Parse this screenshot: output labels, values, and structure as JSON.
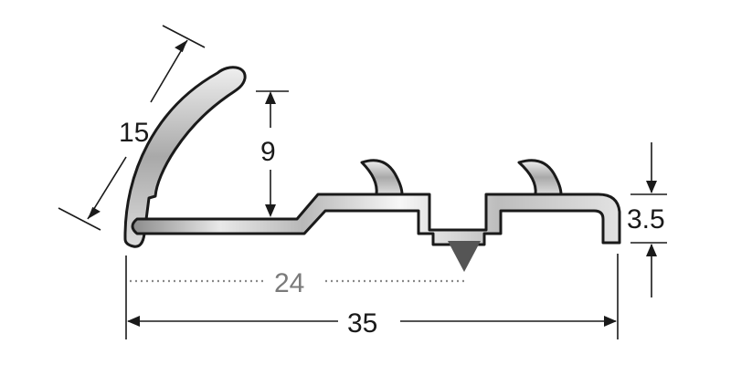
{
  "diagram": {
    "dimensions": {
      "arc_length": "15",
      "lip_height": "9",
      "thickness": "3.5",
      "center_offset": "24",
      "total_width": "35"
    },
    "colors": {
      "metal_light": "#f4f4f4",
      "metal_mid": "#c9c9c9",
      "metal_dark": "#8c8c8c",
      "outline": "#1a1a1a",
      "marker": "#555555",
      "dotted": "#8a8a8a"
    },
    "icons": {
      "center_marker": "down-triangle-icon"
    }
  }
}
